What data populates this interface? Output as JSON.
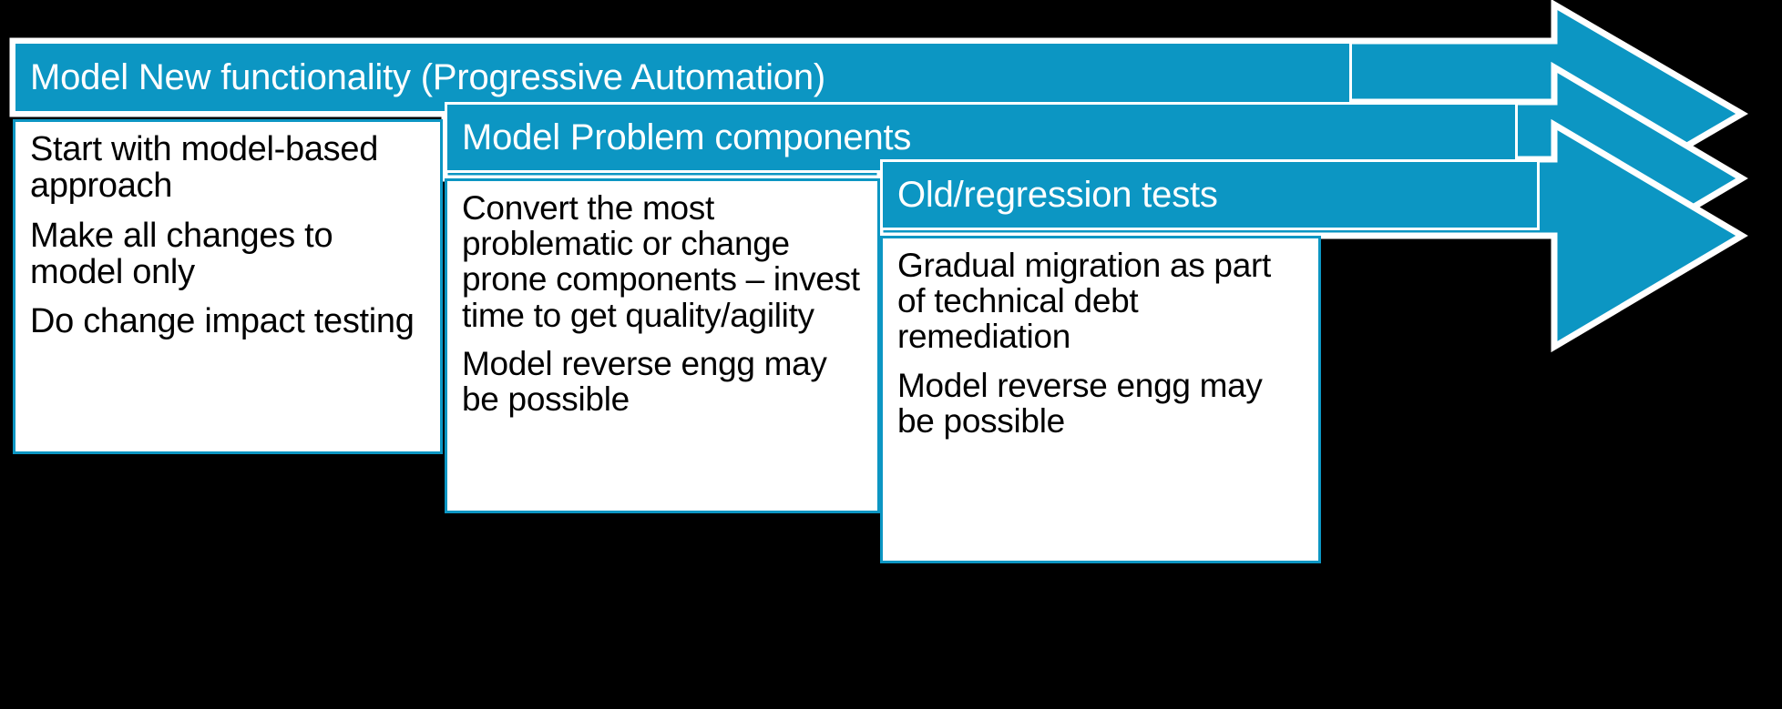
{
  "theme": {
    "background": "#000000",
    "accent_blue": "#0c96c3",
    "panel_bg": "#ffffff",
    "header_text": "#ffffff",
    "body_text": "#000000"
  },
  "stages": [
    {
      "id": "stage-1",
      "header": "Model New functionality (Progressive Automation)",
      "bullets": [
        "Start with model-based approach",
        "Make all changes to model only",
        "Do change impact testing"
      ]
    },
    {
      "id": "stage-2",
      "header": "Model Problem components",
      "bullets": [
        "Convert the most problematic or change prone components – invest time to get quality/agility",
        "Model reverse engg may be possible"
      ]
    },
    {
      "id": "stage-3",
      "header": "Old/regression tests",
      "bullets": [
        "Gradual migration as part of technical debt remediation",
        "Model reverse engg may be possible"
      ]
    }
  ],
  "arrows": [
    {
      "name": "arrow-1",
      "label": "progressive-automation-arrow"
    },
    {
      "name": "arrow-2",
      "label": "problem-components-arrow"
    },
    {
      "name": "arrow-3",
      "label": "regression-tests-arrow"
    }
  ]
}
